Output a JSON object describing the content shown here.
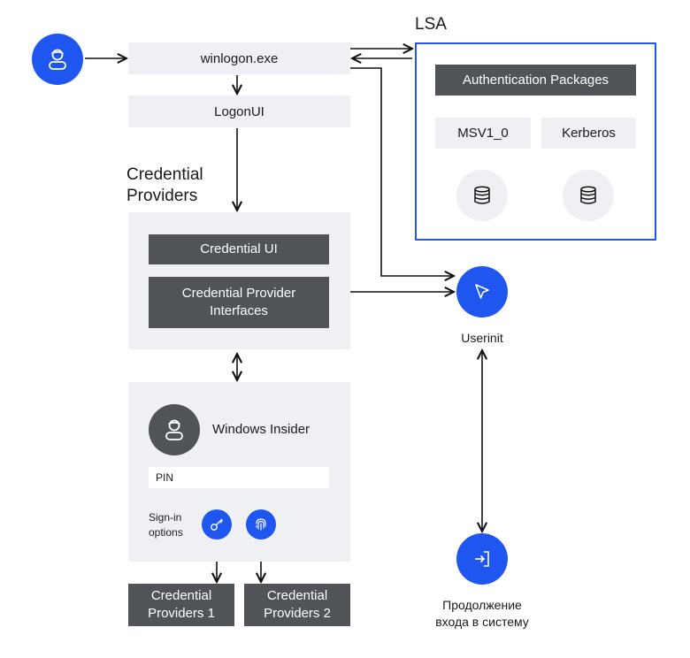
{
  "nodes": {
    "winlogon": "winlogon.exe",
    "logonui": "LogonUI",
    "credential_providers_title_line1": "Credential",
    "credential_providers_title_line2": "Providers",
    "credential_ui": "Credential UI",
    "credential_provider_interfaces_line1": "Credential Provider",
    "credential_provider_interfaces_line2": "Interfaces",
    "windows_insider": "Windows Insider",
    "pin": "PIN",
    "signin_line1": "Sign-in",
    "signin_line2": "options",
    "cp1_line1": "Credential",
    "cp1_line2": "Providers 1",
    "cp2_line1": "Credential",
    "cp2_line2": "Providers 2",
    "lsa_title": "LSA",
    "auth_packages": "Authentication Packages",
    "msv": "MSV1_0",
    "kerberos": "Kerberos",
    "userinit": "Userinit",
    "continue_line1": "Продолжение",
    "continue_line2": "входа в систему"
  },
  "icons": {
    "user_start": "user-icon",
    "user_panel": "user-icon",
    "database_msv": "database-icon",
    "database_kerberos": "database-icon",
    "cursor": "cursor-icon",
    "login": "login-icon",
    "key": "key-icon",
    "fingerprint": "fingerprint-icon"
  },
  "colors": {
    "accent": "#1f56f0",
    "dark_box": "#505459",
    "light_box": "#eff0f3",
    "lsa_border": "#1f56f0"
  }
}
